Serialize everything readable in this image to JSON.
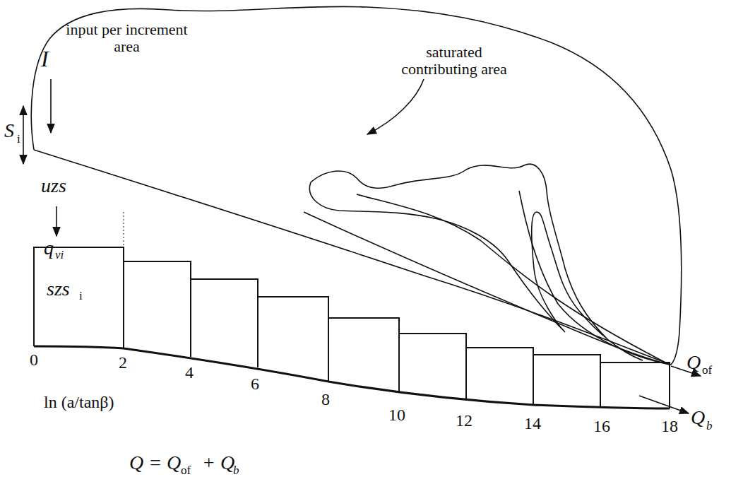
{
  "diagram": {
    "labels": [
      "input per increment area",
      "I",
      "saturated contributing area",
      "S",
      "i",
      "uzs",
      "q",
      "vi",
      "szs",
      "i",
      "0",
      "2",
      "4",
      "6",
      "8",
      "10",
      "12",
      "14",
      "16",
      "18",
      "ln (a/tanβ)",
      "Q",
      "of",
      "Q",
      "b",
      "Q = Q",
      "of",
      "+ Q",
      "b"
    ]
  }
}
